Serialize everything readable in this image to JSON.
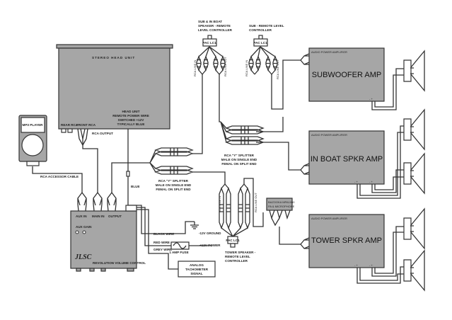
{
  "head_unit": {
    "title": "STEREO HEAD UNIT",
    "remote_lines": [
      "HEAD UNIT",
      "REMOTE POWER WIRE",
      "SWITCHED +12V",
      "TYPICALLY BLUE"
    ],
    "rear_rca": "REAR RCA",
    "front_rca": "FRONT RCA",
    "rca_output": "RCA OUTPUT"
  },
  "mp3_player": {
    "label": "MP3 PLAYER",
    "cable": "RCA ACCESSOR CABLE"
  },
  "blue_label": "BLUE",
  "volume_control": {
    "aux_in": "AUX IN",
    "main_in": "MAIN IN",
    "output": "OUTPUT",
    "aux_gain": "AUX GAIN",
    "logo": "JLSC",
    "name": "REVOLUTION VOLUME CONTROL"
  },
  "power": {
    "black_wire": "BLACK WIRE",
    "red_wire": "RED WIRE",
    "grey_wire": "GREY WIRE",
    "ground": "-12V GROUND",
    "power": "+12V POWER",
    "fuse": "1 AMP FUSE",
    "tach_lines": [
      "ANALOG",
      "TACHOMETER",
      "SIGNAL"
    ]
  },
  "splitter_lines": [
    "RCA \"Y\" SPLITTER",
    "MALE ON SINGLE END",
    "FEMAL ON SPLIT END"
  ],
  "controllers": {
    "pac_label": "PAC LC1",
    "line_in": "RCA LINE IN",
    "line_out": "RCA LINE OUT",
    "sub_inboat": [
      "SUB & IN BOAT",
      "SPEAKER - REMOTE",
      "LEVEL CONTROLLER"
    ],
    "sub": [
      "SUB - REMOTE LEVEL",
      "CONTROLLER"
    ],
    "tower": [
      "TOWER SPEAKER -",
      "REMOTE LEVEL",
      "CONTROLLER"
    ]
  },
  "bazooka": [
    "BAZOOKA MPA1000",
    "PA & MICROPHONE"
  ],
  "amps": {
    "header": "AUDIO POWER AMPLIFIER",
    "sub": "SUBWOOFER AMP",
    "inboat": "IN BOAT SPKR AMP",
    "tower": "TOWER SPKR AMP",
    "terminal": "- +"
  }
}
